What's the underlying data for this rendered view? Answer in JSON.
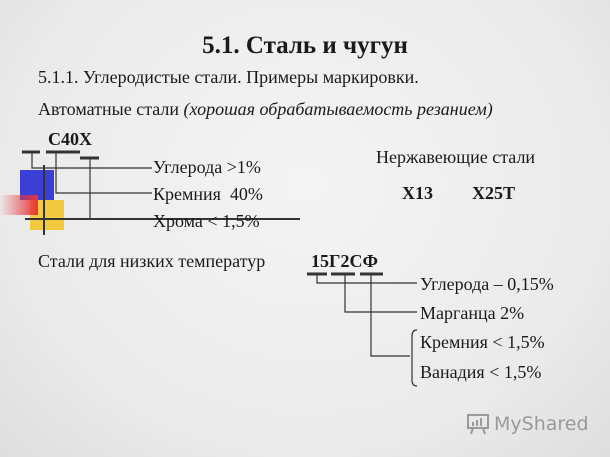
{
  "title": "5.1. Сталь и чугун",
  "subtitle": "5.1.1. Углеродистые стали. Примеры маркировки.",
  "automatic": {
    "heading": "Автоматные стали",
    "note": "(хорошая обрабатываемость резанием)",
    "grade": "С40Х",
    "items": [
      "Углерода >1%",
      "Кремния  40%",
      "Хрома < 1,5%"
    ]
  },
  "stainless": {
    "heading": "Нержавеющие стали",
    "grades": [
      "Х13",
      "Х25Т"
    ]
  },
  "lowtemp": {
    "heading": "Стали для низких температур",
    "grade": "15Г2СФ",
    "items": [
      "Углерода – 0,15%",
      "Марганца 2%",
      "Кремния < 1,5%",
      "Ванадия < 1,5%"
    ]
  },
  "logo": {
    "text": "MyShared"
  },
  "colors": {
    "blue": "#3b3fd6",
    "yellow": "#f2c62c",
    "red": "#e8343a"
  }
}
